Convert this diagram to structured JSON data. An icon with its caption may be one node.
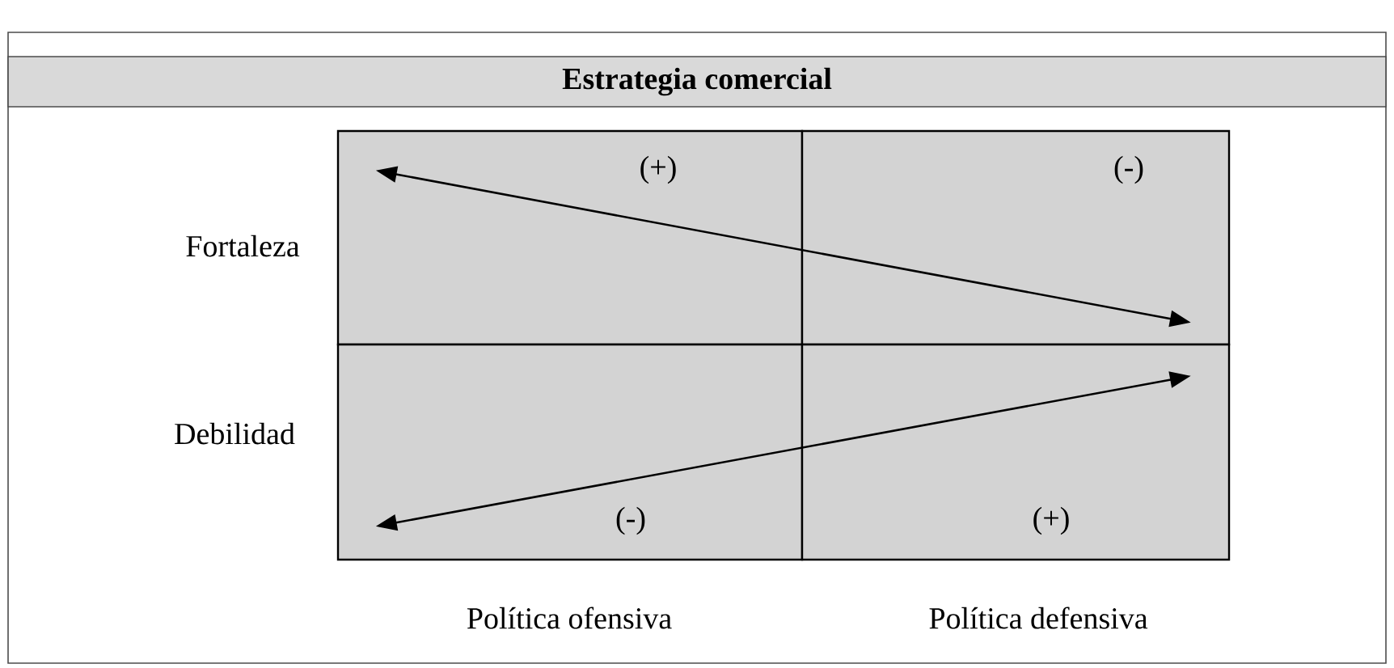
{
  "diagram": {
    "nodes": [
      {
        "text": [
          "Estrategia comercial"
        ]
      },
      {
        "text": [
          "(+)"
        ]
      },
      {
        "text": [
          "(-)"
        ]
      },
      {
        "text": [
          "(-)"
        ]
      },
      {
        "text": [
          "(+)"
        ]
      }
    ],
    "edges": [
      {
        "from": 1,
        "to": 2,
        "arrow": "both"
      },
      {
        "from": 3,
        "to": 4,
        "arrow": "both"
      }
    ],
    "labels": [
      "Fortaleza",
      "Debilidad",
      "Política ofensiva",
      "Política defensiva"
    ]
  }
}
